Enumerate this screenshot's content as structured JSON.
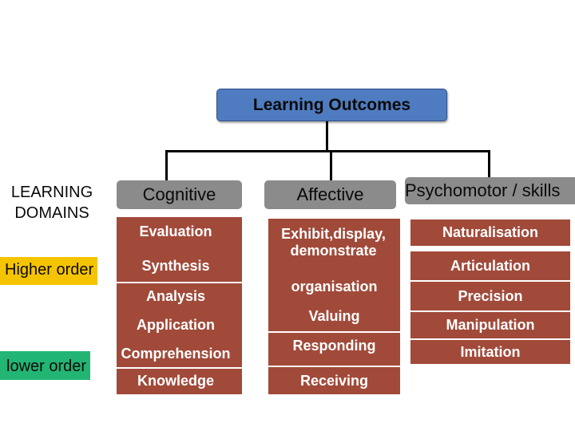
{
  "title": "Learning Outcomes",
  "side_labels": {
    "domains": [
      "LEARNING",
      "DOMAINS"
    ],
    "higher": "Higher order",
    "lower": "lower order"
  },
  "colors": {
    "title_fill": "#4f7cc0",
    "header_fill": "#8b8b8b",
    "cell_fill": "#a14a3a",
    "higher_order_fill": "#f5c400",
    "lower_order_fill": "#22b573"
  },
  "domains": [
    {
      "name": "Cognitive",
      "levels": [
        "Evaluation",
        "Synthesis",
        "Analysis",
        "Application",
        "Comprehension",
        "Knowledge"
      ]
    },
    {
      "name": "Affective",
      "levels": [
        "Exhibit,display, demonstrate",
        "organisation",
        "Valuing",
        "Responding",
        "Receiving"
      ]
    },
    {
      "name": "Psychomotor / skills",
      "levels": [
        "Naturalisation",
        "Articulation",
        "Precision",
        "Manipulation",
        "Imitation"
      ]
    }
  ]
}
